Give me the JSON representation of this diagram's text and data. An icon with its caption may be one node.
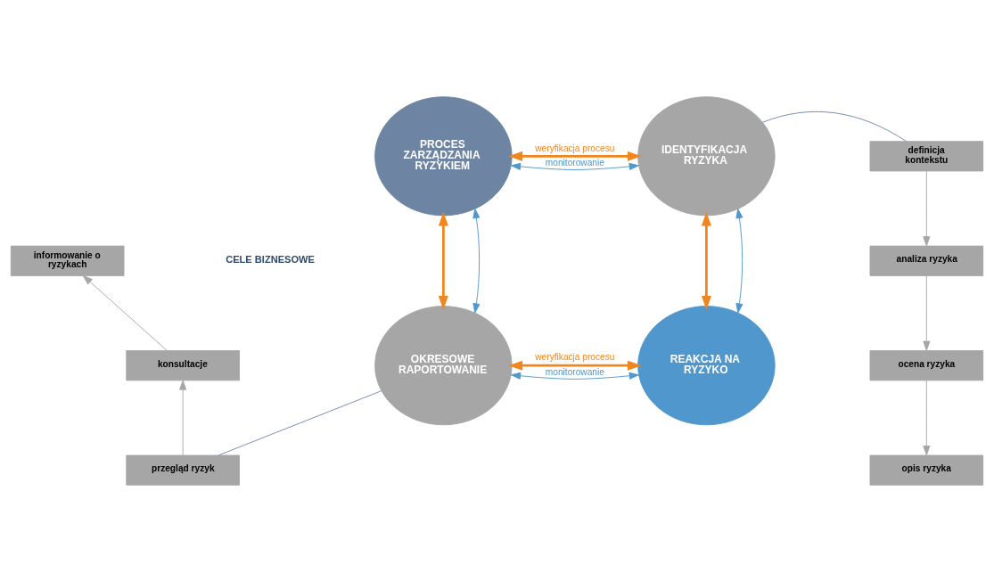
{
  "diagram": {
    "nodes": [
      {
        "text": [
          "PROCES ZARZĄDZANIA RYZYKIEM"
        ]
      },
      {
        "text": [
          "IDENTYFIKACJA RYZYKA"
        ]
      },
      {
        "text": [
          "OKRESOWE RAPORTOWANIE"
        ]
      },
      {
        "text": [
          "REAKCJA NA RYZYKO"
        ]
      },
      {
        "text": [
          "definicja kontekstu"
        ]
      },
      {
        "text": [
          "analiza ryzyka"
        ]
      },
      {
        "text": [
          "ocena ryzyka"
        ]
      },
      {
        "text": [
          "opis ryzyka"
        ]
      },
      {
        "text": [
          "informowanie o ryzykach"
        ]
      },
      {
        "text": [
          "konsultacje"
        ]
      },
      {
        "text": [
          "przegląd ryzyk"
        ]
      }
    ],
    "edges": [
      {
        "from": 0,
        "to": 1,
        "arrow": "both",
        "label": "weryfikacja procesu",
        "style": "thick",
        "color": "#f0861e"
      },
      {
        "from": 0,
        "to": 1,
        "arrow": "both",
        "label": "monitorowanie",
        "color": "#4f97cc"
      },
      {
        "from": 1,
        "to": 3,
        "arrow": "both",
        "style": "thick",
        "color": "#f0861e"
      },
      {
        "from": 1,
        "to": 3,
        "arrow": "both",
        "color": "#4f97cc"
      },
      {
        "from": 3,
        "to": 2,
        "arrow": "both",
        "label": "weryfikacja procesu",
        "style": "thick",
        "color": "#f0861e"
      },
      {
        "from": 3,
        "to": 2,
        "arrow": "both",
        "label": "monitorowanie",
        "color": "#4f97cc"
      },
      {
        "from": 2,
        "to": 0,
        "arrow": "both",
        "style": "thick",
        "color": "#f0861e"
      },
      {
        "from": 2,
        "to": 0,
        "arrow": "both",
        "color": "#4f97cc"
      },
      {
        "from": 1,
        "to": 4,
        "arrow": "none",
        "color": "#6f86a8"
      },
      {
        "from": 4,
        "to": 5,
        "arrow": "to",
        "color": "#a6a6a6"
      },
      {
        "from": 5,
        "to": 6,
        "arrow": "to",
        "color": "#a6a6a6"
      },
      {
        "from": 6,
        "to": 7,
        "arrow": "to",
        "color": "#a6a6a6"
      },
      {
        "from": 10,
        "to": 9,
        "arrow": "to",
        "color": "#a6a6a6"
      },
      {
        "from": 9,
        "to": 8,
        "arrow": "to",
        "color": "#a6a6a6"
      },
      {
        "from": 10,
        "to": 2,
        "arrow": "none",
        "color": "#6f86a8"
      }
    ],
    "labels": [
      "CELE BIZNESOWE"
    ]
  }
}
